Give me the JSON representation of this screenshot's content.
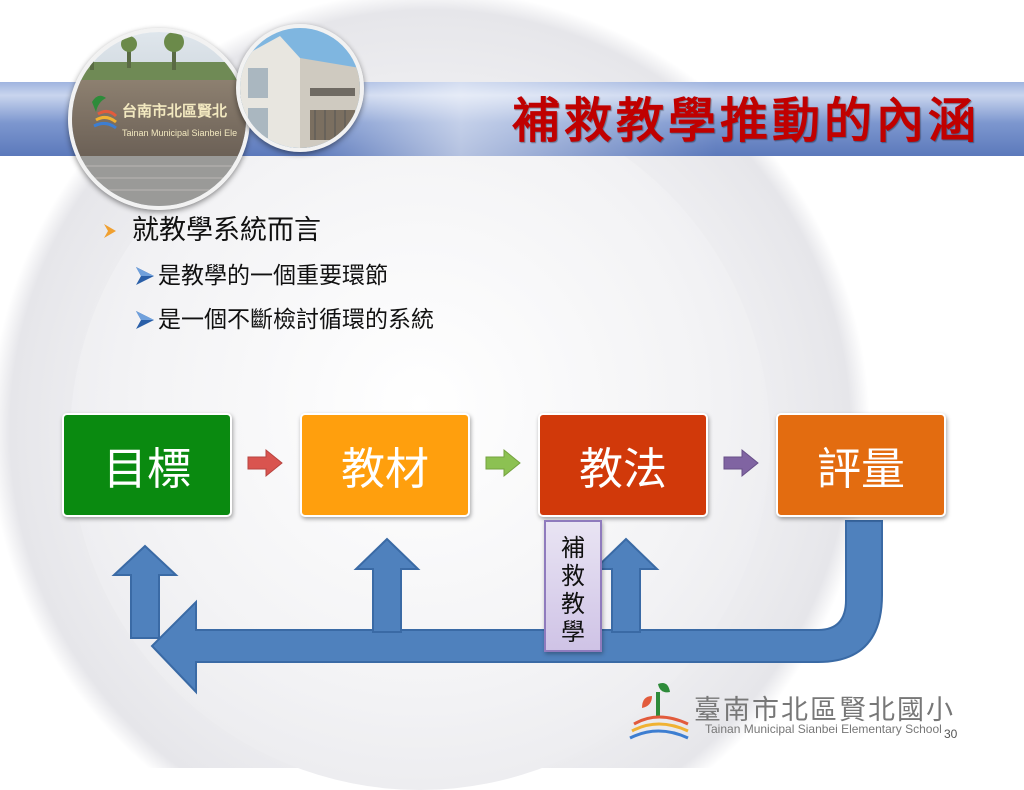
{
  "title": "補救教學推動的內涵",
  "bullets": {
    "main": "就教學系統而言",
    "sub": [
      "是教學的一個重要環節",
      "是一個不斷檢討循環的系統"
    ]
  },
  "flow": {
    "steps": [
      {
        "label": "目標",
        "color": "#0a8a10"
      },
      {
        "label": "教材",
        "color": "#ff9f0d"
      },
      {
        "label": "教法",
        "color": "#d1390a"
      },
      {
        "label": "評量",
        "color": "#e36c10"
      }
    ],
    "connector_colors": [
      "#d9544f",
      "#8cc152",
      "#8064a2"
    ],
    "remedy_label": [
      "補",
      "救",
      "教",
      "學"
    ],
    "loop_color": "#4f81bd"
  },
  "footer": {
    "school_name": "臺南市北區賢北國小",
    "school_name_en": "Tainan Municipal Sianbei Elementary School",
    "page_number": "30"
  },
  "photo_sign": {
    "name_zh": "台南市北區賢北",
    "name_en": "Tainan Municipal Sianbei Ele"
  },
  "colors": {
    "title": "#c00000",
    "bullet_arrow": "#f0a030",
    "sub_arrow": "#2a5fa8",
    "banner": "#6b86c4"
  }
}
